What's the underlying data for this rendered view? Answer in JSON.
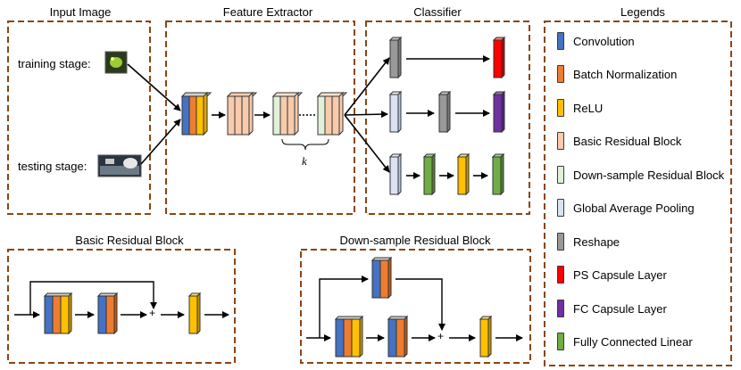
{
  "sections": {
    "input_image": "Input Image",
    "feature_extractor": "Feature Extractor",
    "classifier": "Classifier",
    "legends": "Legends",
    "basic_residual_block": "Basic Residual Block",
    "downsample_residual_block": "Down-sample Residual Block"
  },
  "labels": {
    "training_stage": "training stage:",
    "testing_stage": "testing stage:",
    "k": "k",
    "plus": "+"
  },
  "legend_items": [
    {
      "label": "Convolution",
      "color": "#4472c4"
    },
    {
      "label": "Batch Normalization",
      "color": "#ed7d31"
    },
    {
      "label": "ReLU",
      "color": "#ffc000"
    },
    {
      "label": "Basic Residual Block",
      "color": "#f8cbad"
    },
    {
      "label": "Down-sample Residual Block",
      "color": "#e2f0d9"
    },
    {
      "label": "Global Average Pooling",
      "color": "#dae3f3"
    },
    {
      "label": "Reshape",
      "color": "#999999"
    },
    {
      "label": "PS Capsule Layer",
      "color": "#ff0000"
    },
    {
      "label": "FC Capsule Layer",
      "color": "#7030a0"
    },
    {
      "label": "Fully Connected Linear",
      "color": "#70ad47"
    }
  ]
}
